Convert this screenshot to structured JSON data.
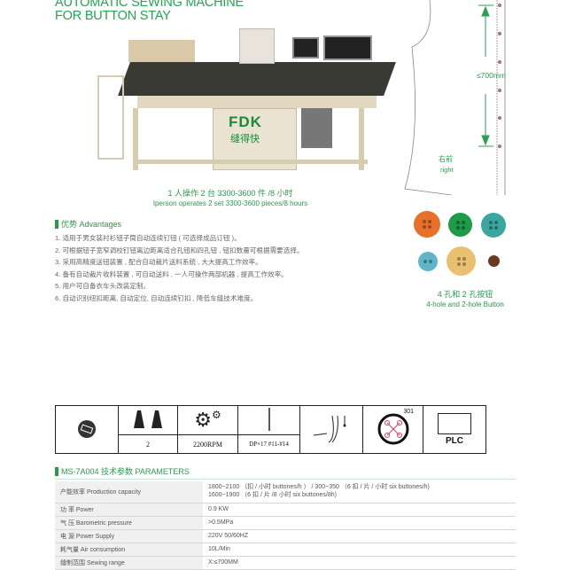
{
  "title": {
    "line1": "AUTOMATIC SEWING MACHINE",
    "line2": "FOR BUTTON STAY"
  },
  "machine": {
    "brand": "FDK",
    "brand_cn": "缝得快"
  },
  "caption": {
    "cn": "1 人操作 2 台 3300-3600 件 /8 小时",
    "en": "Iperson operates 2 set 3300-3600 pieces/8 hours"
  },
  "diagram": {
    "measure": "≤700mm",
    "label_cn": "右前",
    "label_en": "right"
  },
  "advantages": {
    "heading": "优势 Advantages",
    "items": [
      "1. 适用于男女装衬衫钮子筒自动连续钉钮 ( 可选择成品订钮 )。",
      "2. 可根据钮子宽窄调校钉钮离边距离适合孔钮和四孔钮 , 钮扣数量可根据需要选择。",
      "3. 采用高精度送钮装置 , 配合自动裁片送料系统 , 大大提高工作效率。",
      "4. 备有自动裁片收料装置 , 可自动送料 , 一人可操作两部机器 , 提高工作效率。",
      "5. 用户可自备衣车头改装定制。",
      "6. 自动识别纽扣距离, 自动定位, 自动连续钉扣 , 降低车缝技术难度。"
    ]
  },
  "buttons": {
    "caption_cn": "4 孔和 2 孔按钮",
    "caption_en": "4-hole and 2-hole Button",
    "colors": [
      "#e8702a",
      "#1f9a4a",
      "#3aa6a0",
      "#5fb5c5",
      "#e8c070",
      "#6a3a20"
    ]
  },
  "spec_icons": {
    "threads": "2",
    "speed": "2200RPM",
    "needle": "DP×17 #11-#14",
    "stitch": "301",
    "control": "PLC"
  },
  "parameters": {
    "heading": "MS-7A004 技术参数 PARAMETERS",
    "rows": [
      {
        "label": "产能效率 Production capacity",
        "value": "1800~2100 （扣 / 小时 buttones/h ） / 300~350 （6 扣 / 片 / 小时 six buttones/h)",
        "value2": "1600~1900 （6 扣 / 片 /8 小时 six buttones/8h)"
      },
      {
        "label": "功 率 Power",
        "value": "0.9 KW"
      },
      {
        "label": "气 压 Barometric pressure",
        "value": ">0.5MPa"
      },
      {
        "label": "电 源 Power Supply",
        "value": "220V 50/60HZ"
      },
      {
        "label": "耗气量 Air consumption",
        "value": "10L/Min"
      },
      {
        "label": "缝制范围 Sewing range",
        "value": "X:≤700MM"
      }
    ]
  }
}
